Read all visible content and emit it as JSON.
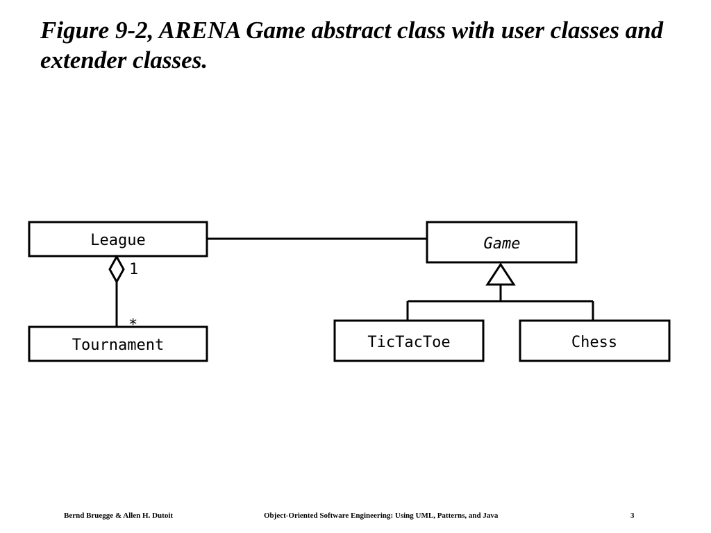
{
  "slide": {
    "title": "Figure 9-2, ARENA Game abstract class with user classes and extender classes."
  },
  "diagram": {
    "classes": {
      "league": "League",
      "tournament": "Tournament",
      "game": "Game",
      "tictactoe": "TicTacToe",
      "chess": "Chess"
    },
    "aggregation": {
      "whole_multiplicity": "1",
      "part_multiplicity": "*"
    }
  },
  "footer": {
    "authors": "Bernd Bruegge & Allen H. Dutoit",
    "book": "Object-Oriented Software Engineering: Using UML, Patterns, and Java",
    "page": "3"
  }
}
